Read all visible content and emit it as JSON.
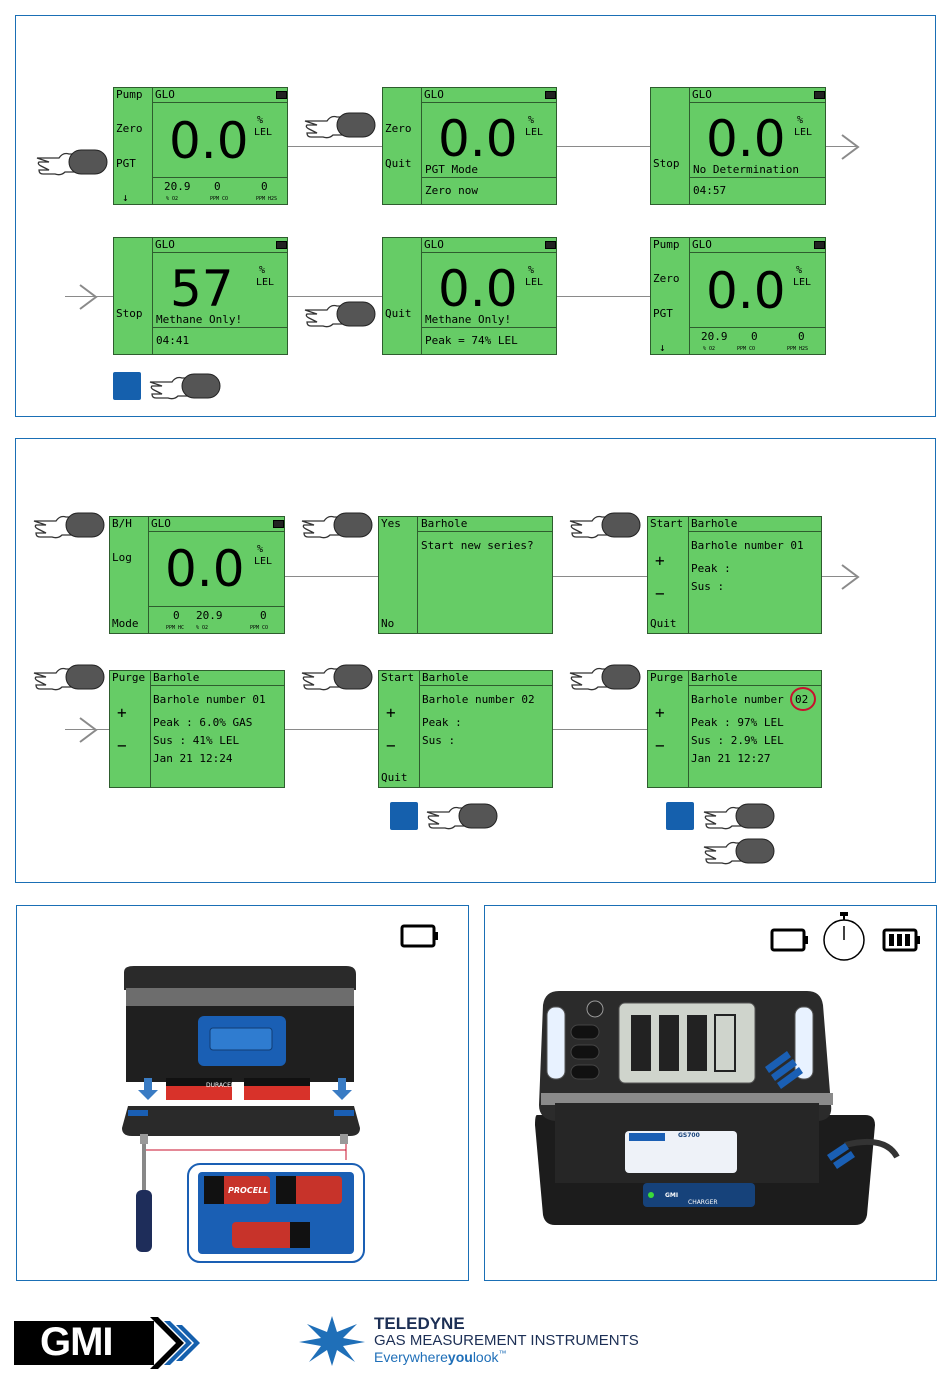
{
  "gas": {
    "label": "GLO"
  },
  "units": {
    "percent": "%",
    "lel": "LEL"
  },
  "small_units": {
    "o2": "% O2",
    "co": "PPM CO",
    "h2s": "PPM H2S",
    "hc": "PPM HC"
  },
  "pgt": {
    "s1": {
      "side": [
        "Pump",
        "Zero",
        "PGT",
        "↓"
      ],
      "reading": "0.0",
      "o2": "20.9",
      "co": "0",
      "h2s": "0"
    },
    "s2": {
      "side": [
        "Zero",
        "Quit"
      ],
      "reading": "0.0",
      "mode": "PGT Mode",
      "status": "Zero now"
    },
    "s3": {
      "side": [
        "Stop"
      ],
      "reading": "0.0",
      "mode": "No Determination",
      "timer": "04:57"
    },
    "s4": {
      "side": [
        "Stop"
      ],
      "reading": "57",
      "mode": "Methane Only!",
      "timer": "04:41"
    },
    "s5": {
      "side": [
        "Quit"
      ],
      "reading": "0.0",
      "mode": "Methane Only!",
      "peak": "Peak =  74% LEL"
    },
    "s6": {
      "side": [
        "Pump",
        "Zero",
        "PGT",
        "↓"
      ],
      "reading": "0.0",
      "o2": "20.9",
      "co": "0",
      "h2s": "0"
    }
  },
  "barhole": {
    "b1": {
      "side": [
        "B/H",
        "Log",
        "Mode"
      ],
      "reading": "0.0",
      "hc": "0",
      "o2": "20.9",
      "co": "0"
    },
    "b2": {
      "side": [
        "Yes",
        "No"
      ],
      "title": "Barhole",
      "text": "Start new series?"
    },
    "b3": {
      "side": [
        "Start",
        "+",
        "−",
        "Quit"
      ],
      "title": "Barhole",
      "number": "Barhole number  01",
      "peak": "Peak :",
      "sus": "Sus :"
    },
    "b4": {
      "side": [
        "Purge",
        "+",
        "−"
      ],
      "title": "Barhole",
      "number": "Barhole number  01",
      "peak": "Peak :  6.0% GAS",
      "sus": "Sus :    41% LEL",
      "date": "Jan 21 12:24"
    },
    "b5": {
      "side": [
        "Start",
        "+",
        "−",
        "Quit"
      ],
      "title": "Barhole",
      "number": "Barhole number  02",
      "peak": "Peak :",
      "sus": "Sus :"
    },
    "b6": {
      "side": [
        "Purge",
        "+",
        "−"
      ],
      "title": "Barhole",
      "number": "Barhole number",
      "number_value": "02",
      "peak": "Peak :  97% LEL",
      "sus": "Sus :    2.9% LEL",
      "date": "Jan 21 12:27"
    }
  },
  "device": {
    "battery_label_top": "DURACELL",
    "battery_brand": "PROCELL",
    "label_model": "GS700",
    "charger_label": "CHARGER",
    "charger_brand": "GMI"
  },
  "footer": {
    "gmi_logo": "GMI",
    "company": "TELEDYNE",
    "division": "GAS MEASUREMENT INSTRUMENTS",
    "tagline_a": "Everywhere",
    "tagline_b": "you",
    "tagline_c": "look",
    "tm": "™"
  },
  "colors": {
    "screen": "#66cc66",
    "accent": "#1560ad",
    "frame": "#1a6fb5"
  }
}
